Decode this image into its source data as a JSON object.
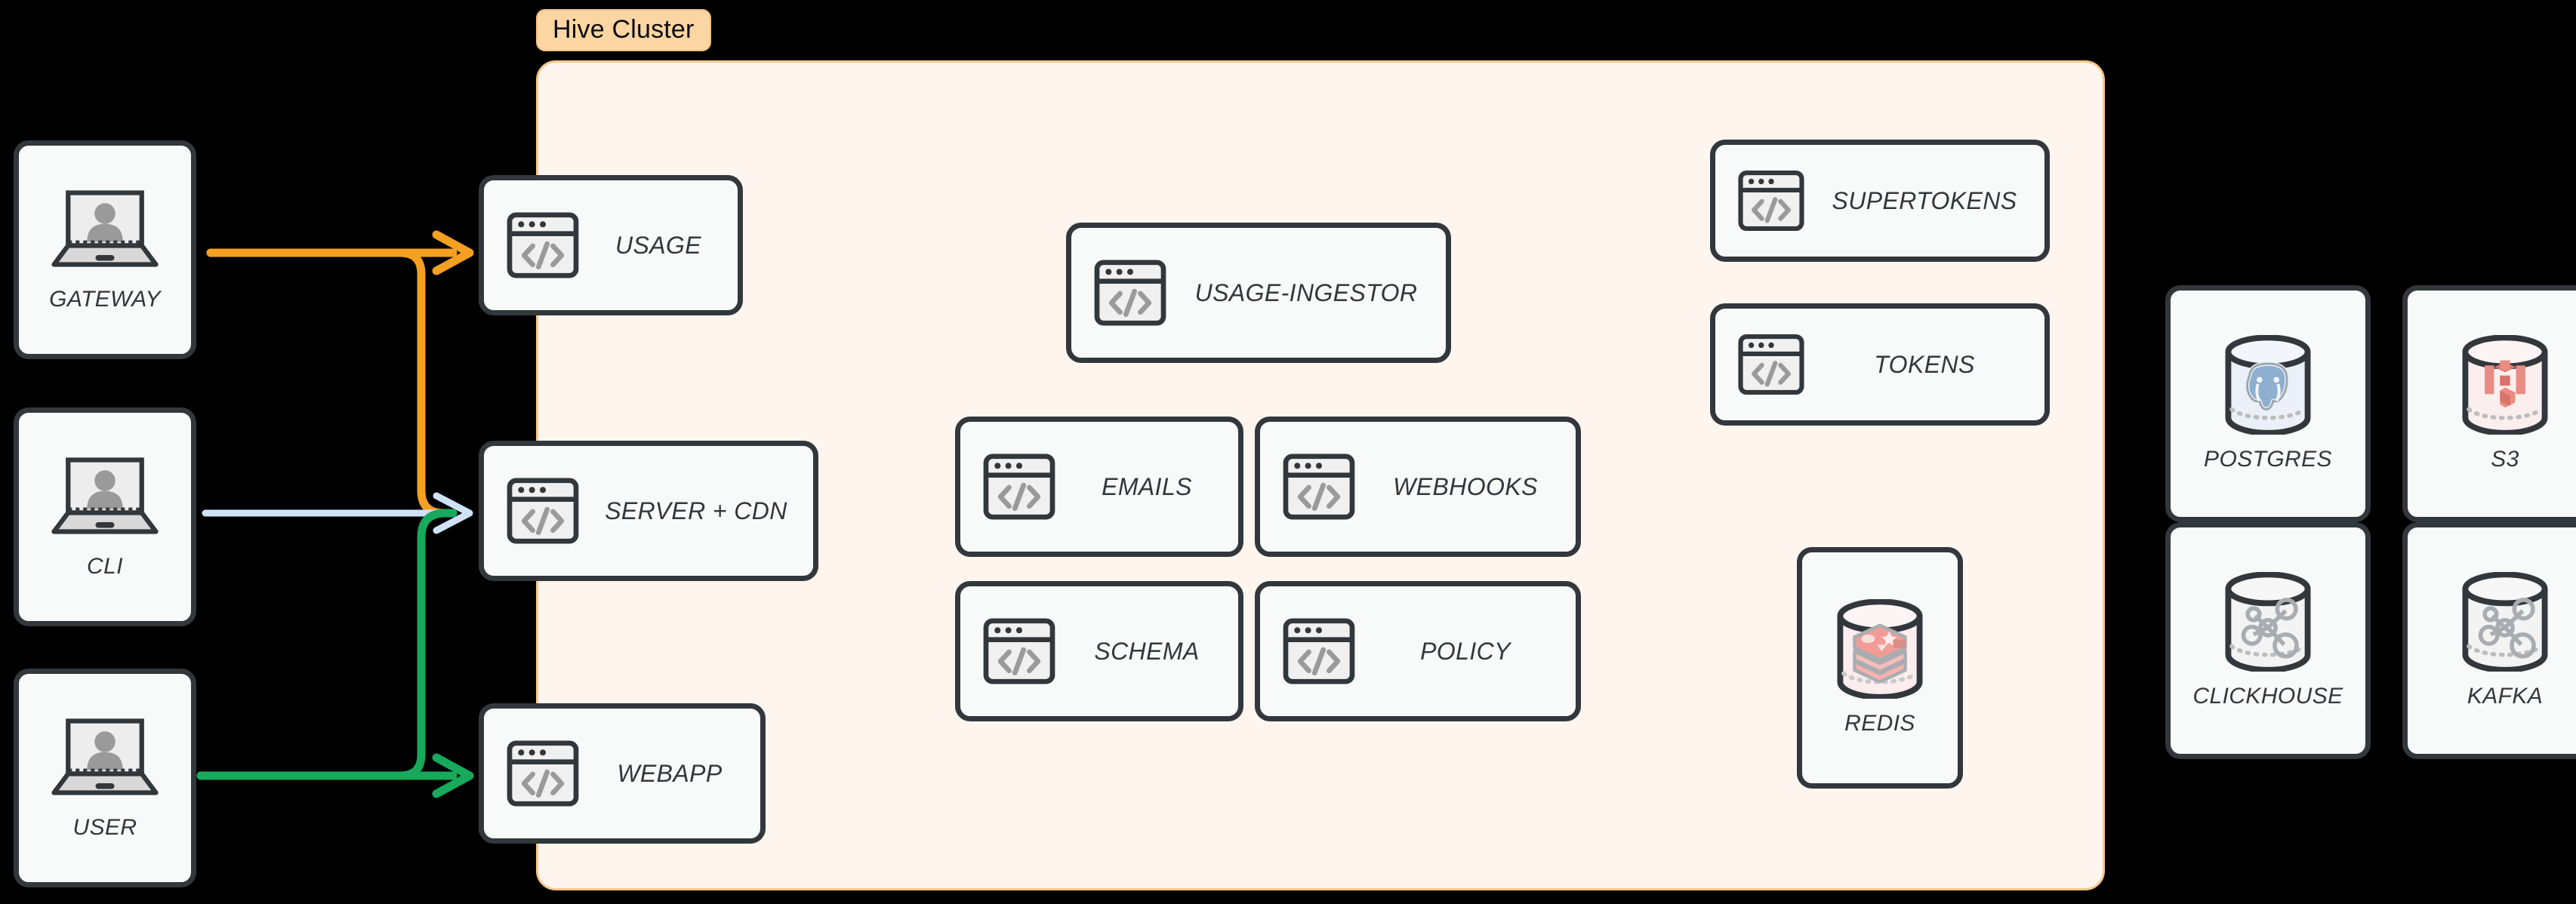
{
  "diagram": {
    "type": "architecture-diagram",
    "title": "Hive Cluster architecture",
    "background_color": "#000000"
  },
  "cluster": {
    "badge_label": "Hive Cluster",
    "panel_fill": "#FDF5EE",
    "panel_border": "#F7C68A",
    "badge_fill": "#FBD6A3"
  },
  "clients": [
    {
      "id": "gateway",
      "label": "GATEWAY",
      "icon": "laptop-user-icon"
    },
    {
      "id": "cli",
      "label": "CLI",
      "icon": "laptop-user-icon"
    },
    {
      "id": "user",
      "label": "USER",
      "icon": "laptop-user-icon"
    }
  ],
  "edge_services": [
    {
      "id": "usage",
      "label": "USAGE",
      "icon": "code-window-icon"
    },
    {
      "id": "server-cdn",
      "label": "SERVER + CDN",
      "icon": "code-window-icon"
    },
    {
      "id": "webapp",
      "label": "WEBAPP",
      "icon": "code-window-icon"
    }
  ],
  "cluster_services": [
    {
      "id": "usage-ingestor",
      "label": "USAGE-INGESTOR",
      "icon": "code-window-icon"
    },
    {
      "id": "emails",
      "label": "EMAILS",
      "icon": "code-window-icon"
    },
    {
      "id": "webhooks",
      "label": "WEBHOOKS",
      "icon": "code-window-icon"
    },
    {
      "id": "schema",
      "label": "SCHEMA",
      "icon": "code-window-icon"
    },
    {
      "id": "policy",
      "label": "POLICY",
      "icon": "code-window-icon"
    },
    {
      "id": "supertokens",
      "label": "SUPERTOKENS",
      "icon": "code-window-icon"
    },
    {
      "id": "tokens",
      "label": "TOKENS",
      "icon": "code-window-icon"
    }
  ],
  "cluster_datastores": [
    {
      "id": "redis",
      "label": "REDIS",
      "icon": "redis-database-icon",
      "tint": "#F3A9A5"
    }
  ],
  "external_datastores": [
    {
      "id": "postgres",
      "label": "POSTGRES",
      "icon": "postgres-database-icon",
      "tint": "#8FAFD0"
    },
    {
      "id": "s3",
      "label": "S3",
      "icon": "s3-database-icon",
      "tint": "#E98C82"
    },
    {
      "id": "clickhouse",
      "label": "CLICKHOUSE",
      "icon": "clickhouse-database-icon",
      "tint": "#A9ADB1"
    },
    {
      "id": "kafka",
      "label": "KAFKA",
      "icon": "kafka-database-icon",
      "tint": "#A9ADB1"
    }
  ],
  "connections": [
    {
      "id": "gateway-to-usage",
      "from": "GATEWAY",
      "to": "USAGE",
      "color": "#F5A020"
    },
    {
      "id": "gateway-to-server-cdn",
      "from": "GATEWAY",
      "to": "SERVER + CDN",
      "color": "#F5A020"
    },
    {
      "id": "cli-to-server-cdn",
      "from": "CLI",
      "to": "SERVER + CDN",
      "color": "#CFE2F7"
    },
    {
      "id": "user-to-server-cdn",
      "from": "USER",
      "to": "SERVER + CDN",
      "color": "#17A95C"
    },
    {
      "id": "user-to-webapp",
      "from": "USER",
      "to": "WEBAPP",
      "color": "#17A95C"
    }
  ],
  "colors": {
    "node_fill": "#F8F9F9",
    "node_stroke": "#32373C",
    "icon_grey": "#9A9A9A",
    "arrow_orange": "#F5A020",
    "arrow_blue": "#CFE2F7",
    "arrow_green": "#17A95C"
  }
}
